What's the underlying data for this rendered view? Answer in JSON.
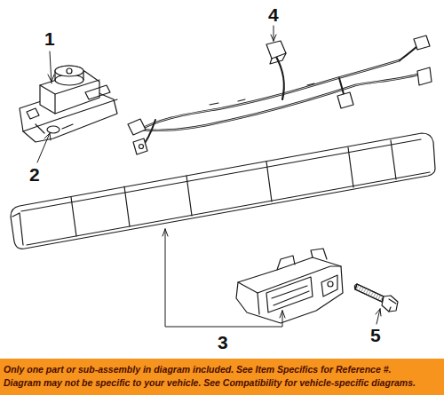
{
  "diagram": {
    "nodes": [
      {
        "text": [
          "Only one part or sub-assembly in diagram included. See Item Specifics for Reference #.",
          "Diagram may not be specific to your vehicle. See Compatibility for vehicle-specific diagrams."
        ]
      }
    ],
    "labels": [
      "1",
      "2",
      "4",
      "3",
      "5"
    ]
  }
}
